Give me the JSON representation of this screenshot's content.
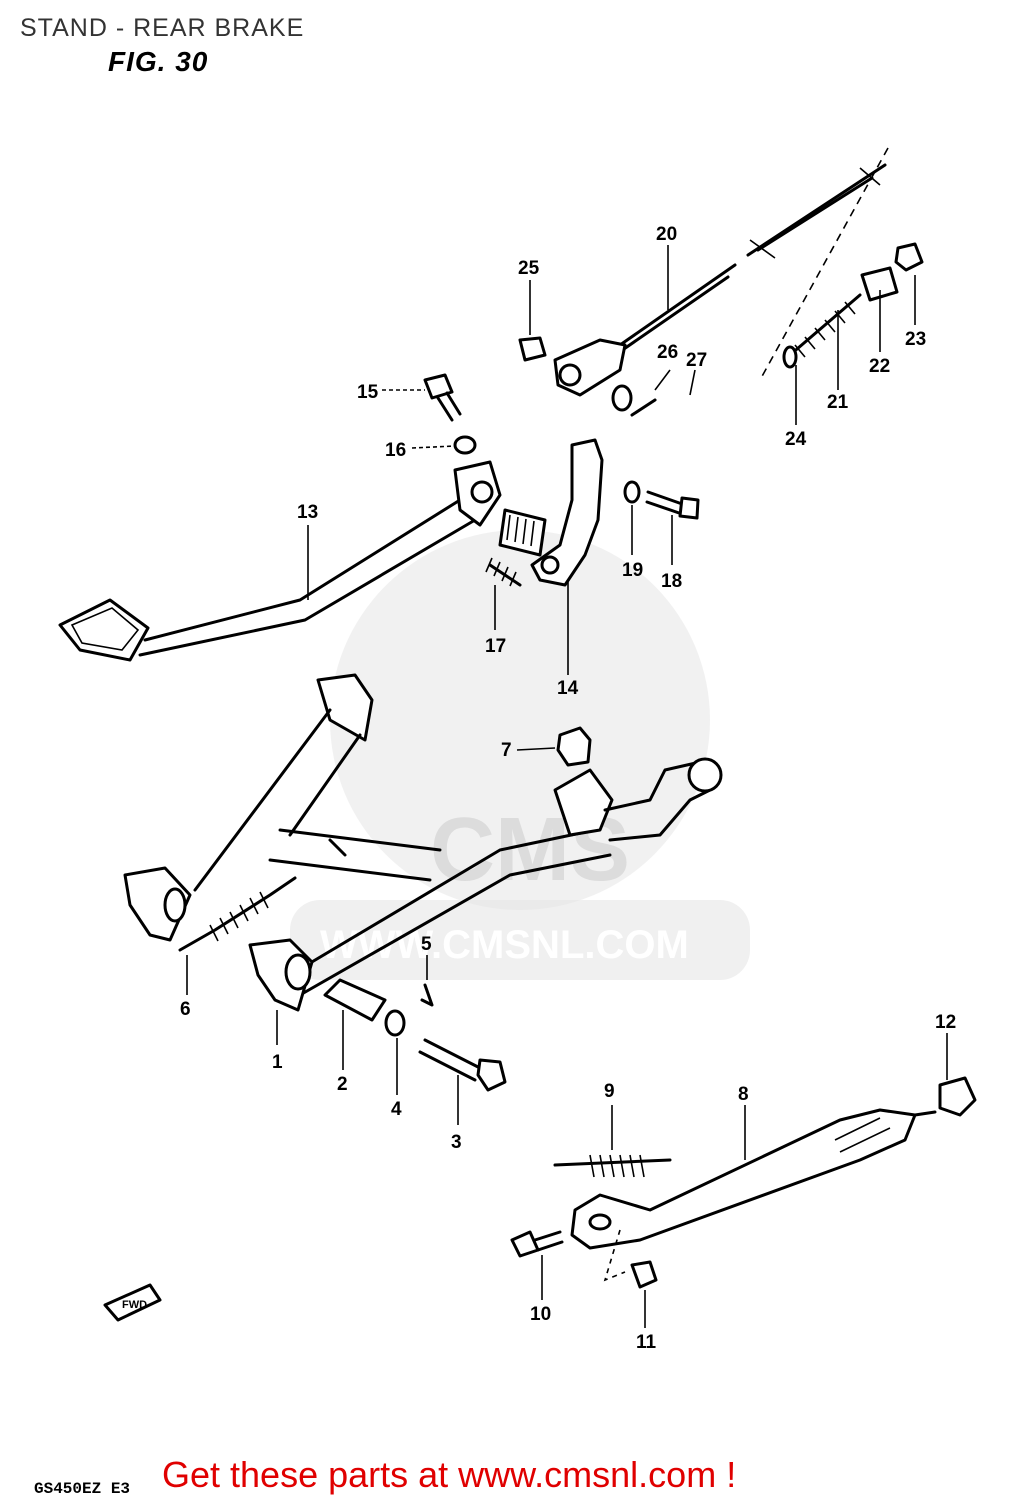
{
  "header": {
    "title": "STAND - REAR BRAKE",
    "figure": "FIG. 30"
  },
  "watermark": {
    "text": "WWW.CMSNL.COM",
    "logo_text": "CMS"
  },
  "callouts": [
    "1",
    "2",
    "3",
    "4",
    "5",
    "6",
    "7",
    "8",
    "9",
    "10",
    "11",
    "12",
    "13",
    "14",
    "15",
    "16",
    "17",
    "18",
    "19",
    "20",
    "21",
    "22",
    "23",
    "24",
    "25",
    "26",
    "27"
  ],
  "fwd_label": "FWD",
  "footer": {
    "model_code": "GS450EZ E3",
    "cta": "Get these parts at www.cmsnl.com !"
  },
  "colors": {
    "cta": "#e00000",
    "watermark": "#e6e6e6"
  }
}
